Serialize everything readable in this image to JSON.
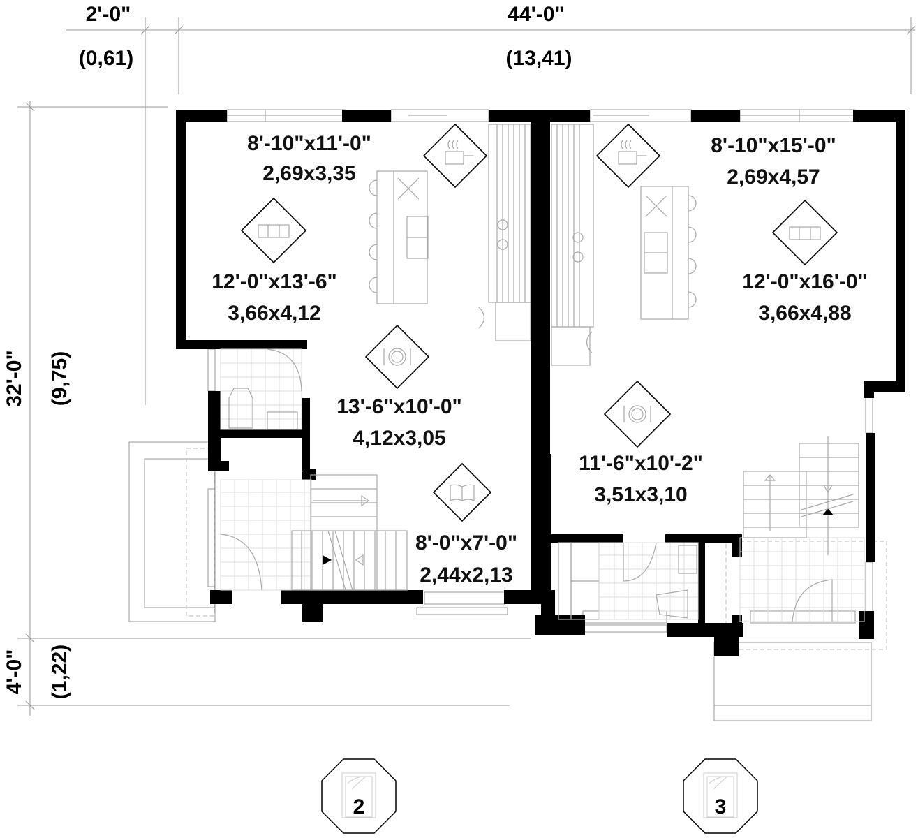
{
  "dimensions": {
    "top_left": {
      "imperial": "2'-0\"",
      "metric": "(0,61)"
    },
    "top_main": {
      "imperial": "44'-0\"",
      "metric": "(13,41)"
    },
    "left_main": {
      "imperial": "32'-0\"",
      "metric": "(9,75)"
    },
    "left_lower": {
      "imperial": "4'-0\"",
      "metric": "(1,22)"
    }
  },
  "unit_2": {
    "kitchen": {
      "icon": "cooking-pot-icon",
      "imperial": "8'-10\"x11'-0\"",
      "metric": "2,69x3,35"
    },
    "living": {
      "icon": "sofa-icon",
      "imperial": "12'-0\"x13'-6\"",
      "metric": "3,66x4,12"
    },
    "dining": {
      "icon": "plate-cutlery-icon",
      "imperial": "13'-6\"x10'-0\"",
      "metric": "4,12x3,05"
    },
    "study": {
      "icon": "open-book-icon",
      "imperial": "8'-0\"x7'-0\"",
      "metric": "2,44x2,13"
    },
    "badge": "2"
  },
  "unit_3": {
    "kitchen": {
      "icon": "cooking-pot-icon",
      "imperial": "8'-10\"x15'-0\"",
      "metric": "2,69x4,57"
    },
    "living": {
      "icon": "sofa-icon",
      "imperial": "12'-0\"x16'-0\"",
      "metric": "3,66x4,88"
    },
    "dining": {
      "icon": "plate-cutlery-icon",
      "imperial": "11'-6\"x10'-2\"",
      "metric": "3,51x3,10"
    },
    "badge": "3"
  },
  "colors": {
    "wall": "#000000",
    "fixture": "#aaaaaa",
    "dimension_line": "#999999",
    "background": "#ffffff"
  }
}
